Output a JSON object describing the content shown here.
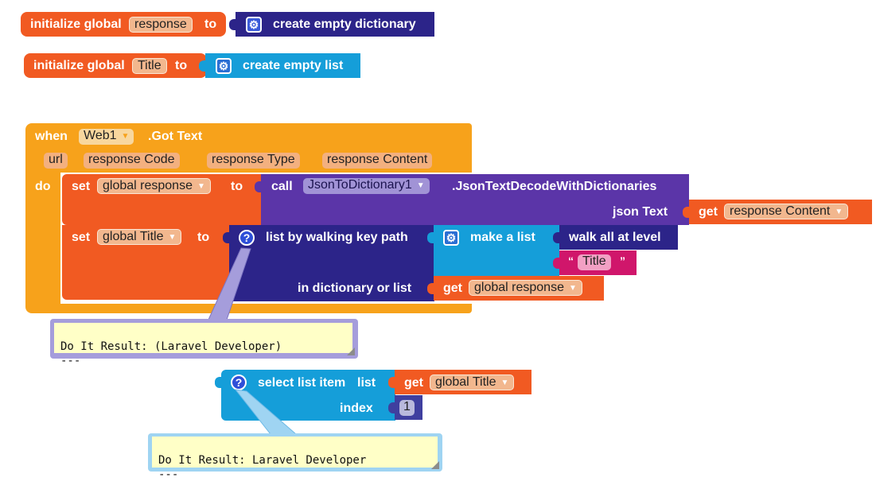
{
  "init1": {
    "prefix": "initialize global",
    "name": "response",
    "to": "to",
    "value_block": "create empty dictionary"
  },
  "init2": {
    "prefix": "initialize global",
    "name": "Title",
    "to": "to",
    "value_block": "create empty list"
  },
  "event": {
    "when": "when",
    "component": "Web1",
    "event_name": ".Got Text",
    "params": [
      "url",
      "response Code",
      "response Type",
      "response Content"
    ],
    "do": "do"
  },
  "set1": {
    "set": "set",
    "variable": "global response",
    "to": "to",
    "call": "call",
    "component": "JsonToDictionary1",
    "method": ".JsonTextDecodeWithDictionaries",
    "arg_label": "json Text",
    "get": "get",
    "get_var": "response Content"
  },
  "set2": {
    "set": "set",
    "variable": "global Title",
    "to": "to",
    "fn": "list by walking key path",
    "make_list": "make a list",
    "walk": "walk all at level",
    "quote_open": "“",
    "text_value": "Title",
    "quote_close": "”",
    "dict_label": "in dictionary or list",
    "get": "get",
    "get_var": "global response"
  },
  "tooltip1": {
    "line1": "Do It Result: (Laravel Developer)",
    "line2": "---"
  },
  "select": {
    "fn": "select list item",
    "list_label": "list",
    "get": "get",
    "get_var": "global Title",
    "index_label": "index",
    "index_value": "1"
  },
  "tooltip2": {
    "line1": "Do It Result: Laravel Developer",
    "line2": "---"
  },
  "colors": {
    "variable": "#f15a22",
    "event": "#f7a21b",
    "procedure_call": "#5b35a8",
    "lists": "#159ed9",
    "dictionary": "#2c2489",
    "text": "#d0166b",
    "math": "#3f3f9f"
  },
  "icons": {
    "mutator": "gear-icon",
    "help": "question-icon",
    "dropdown": "dropdown-arrow-icon"
  }
}
